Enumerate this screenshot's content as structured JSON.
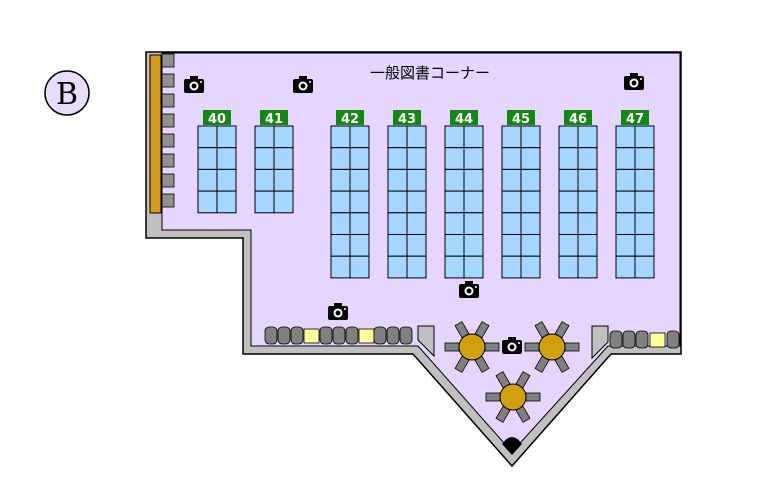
{
  "zone": {
    "label": "B"
  },
  "floor": {
    "title": "一般図書コーナー"
  },
  "shelf_numbers": [
    "40",
    "41",
    "42",
    "43",
    "44",
    "45",
    "46",
    "47"
  ],
  "colors": {
    "floor": "#e6d6ff",
    "wall": "#c0c0c0",
    "shelf": "#a6d6ff",
    "number_badge": "#118811",
    "table": "#d1a00e",
    "chair": "#808080",
    "pillar": "#d59a1a",
    "highlight": "#ffff99"
  },
  "icons": {
    "camera": "camera-icon"
  }
}
